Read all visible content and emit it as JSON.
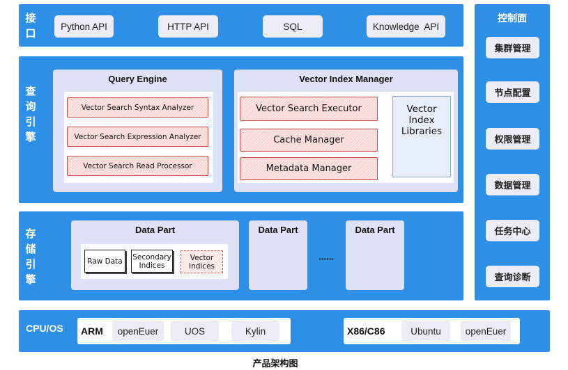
{
  "interface": {
    "label_chars": [
      "接",
      "口"
    ],
    "items": [
      "Python API",
      "HTTP API",
      "SQL",
      "Knowledge  API"
    ]
  },
  "query_engine_layer": {
    "label_chars": [
      "查",
      "询",
      "引",
      "擎"
    ],
    "query_engine": {
      "title": "Query Engine",
      "items": [
        "Vector Search Syntax Analyzer",
        "Vector Search Expression Analyzer",
        "Vector Search Read Processor"
      ]
    },
    "vector_index_manager": {
      "title": "Vector Index Manager",
      "items": [
        "Vector Search Executor",
        "Cache Manager",
        "Metadata Manager"
      ],
      "libraries": [
        "Vector",
        "Index",
        "Libraries"
      ]
    }
  },
  "storage_layer": {
    "label_chars": [
      "存",
      "储",
      "引",
      "擎"
    ],
    "data_parts": [
      "Data Part",
      "Data Part",
      "Data Part"
    ],
    "ellipsis": "······",
    "components": {
      "raw": [
        "Raw Data"
      ],
      "secondary": [
        "Secondary",
        "Indices"
      ],
      "vector": [
        "Vector",
        "Indices"
      ]
    }
  },
  "control_panel": {
    "title": "控制面",
    "items": [
      "集群管理",
      "节点配置",
      "权限管理",
      "数据管理",
      "任务中心",
      "查询诊断"
    ]
  },
  "platform": {
    "label": "CPU/OS",
    "groups": [
      {
        "name": "ARM",
        "os": [
          "openEuer",
          "UOS",
          "Kylin"
        ]
      },
      {
        "name": "X86/C86",
        "os": [
          "Ubuntu",
          "openEuer"
        ]
      }
    ]
  },
  "caption": "产品架构图"
}
